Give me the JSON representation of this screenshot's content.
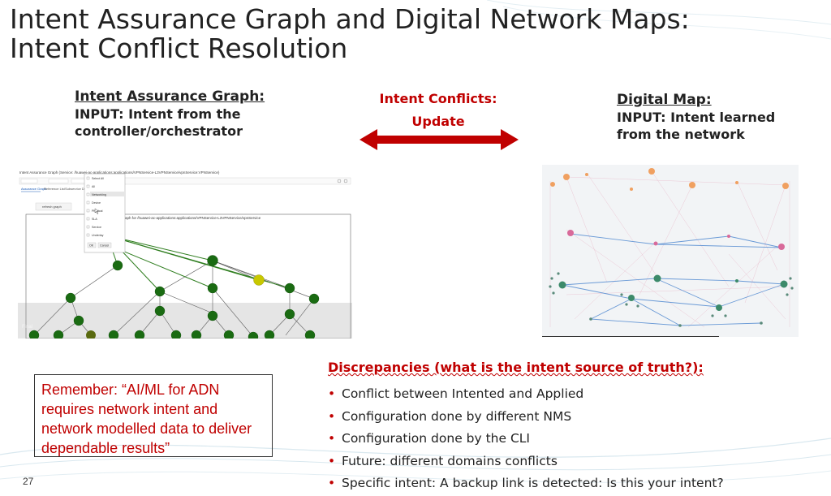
{
  "slide": {
    "title_line1": "Intent Assurance Graph and Digital Network Maps:",
    "title_line2": "Intent Conflict Resolution",
    "page_number": "27"
  },
  "left_block": {
    "heading": "Intent Assurance Graph:",
    "line1": "INPUT: Intent from the",
    "line2": "controller/orchestrator"
  },
  "middle_block": {
    "line1": "Intent Conflicts:",
    "line2": "Update"
  },
  "right_block": {
    "heading": "Digital Map:",
    "line1": "INPUT: Intent learned",
    "line2": "from the network"
  },
  "left_screenshot": {
    "header_text": "Intent Assurance Graph (Service: /huawei-ac-applications:applications/VPNService-L3VPNService/vpnService:VPNService)",
    "tabs": [
      "Assurance Graph",
      "Reference List",
      "Subservice Details"
    ],
    "graph_button": "refresh graph",
    "graph_caption": "graph for /huawei-ac-applications:applications/VPNService-L3VPNService/vpnService",
    "menu_items": [
      "Select All",
      "All",
      "Networking",
      "Device",
      "Physical",
      "SLA",
      "Service",
      "Underlay"
    ],
    "menu_ok": "OK",
    "menu_cancel": "Cancel",
    "footer_label": "Final"
  },
  "discrepancies": {
    "heading": "Discrepancies (what is the intent source of truth?):",
    "items": [
      "Conflict between Intented and Applied",
      "Configuration done by different NMS",
      "Configuration done by the CLI",
      "Future: different domains conflicts",
      "Specific intent: A backup link is detected: Is this your intent?"
    ]
  },
  "remember_box": {
    "text": "Remember: “AI/ML for ADN requires network intent and network modelled data to deliver dependable results”"
  },
  "colors": {
    "accent_red": "#c00000",
    "text_dark": "#222222",
    "graph_green": "#1a6b12",
    "graph_yellow": "#c8c800"
  }
}
